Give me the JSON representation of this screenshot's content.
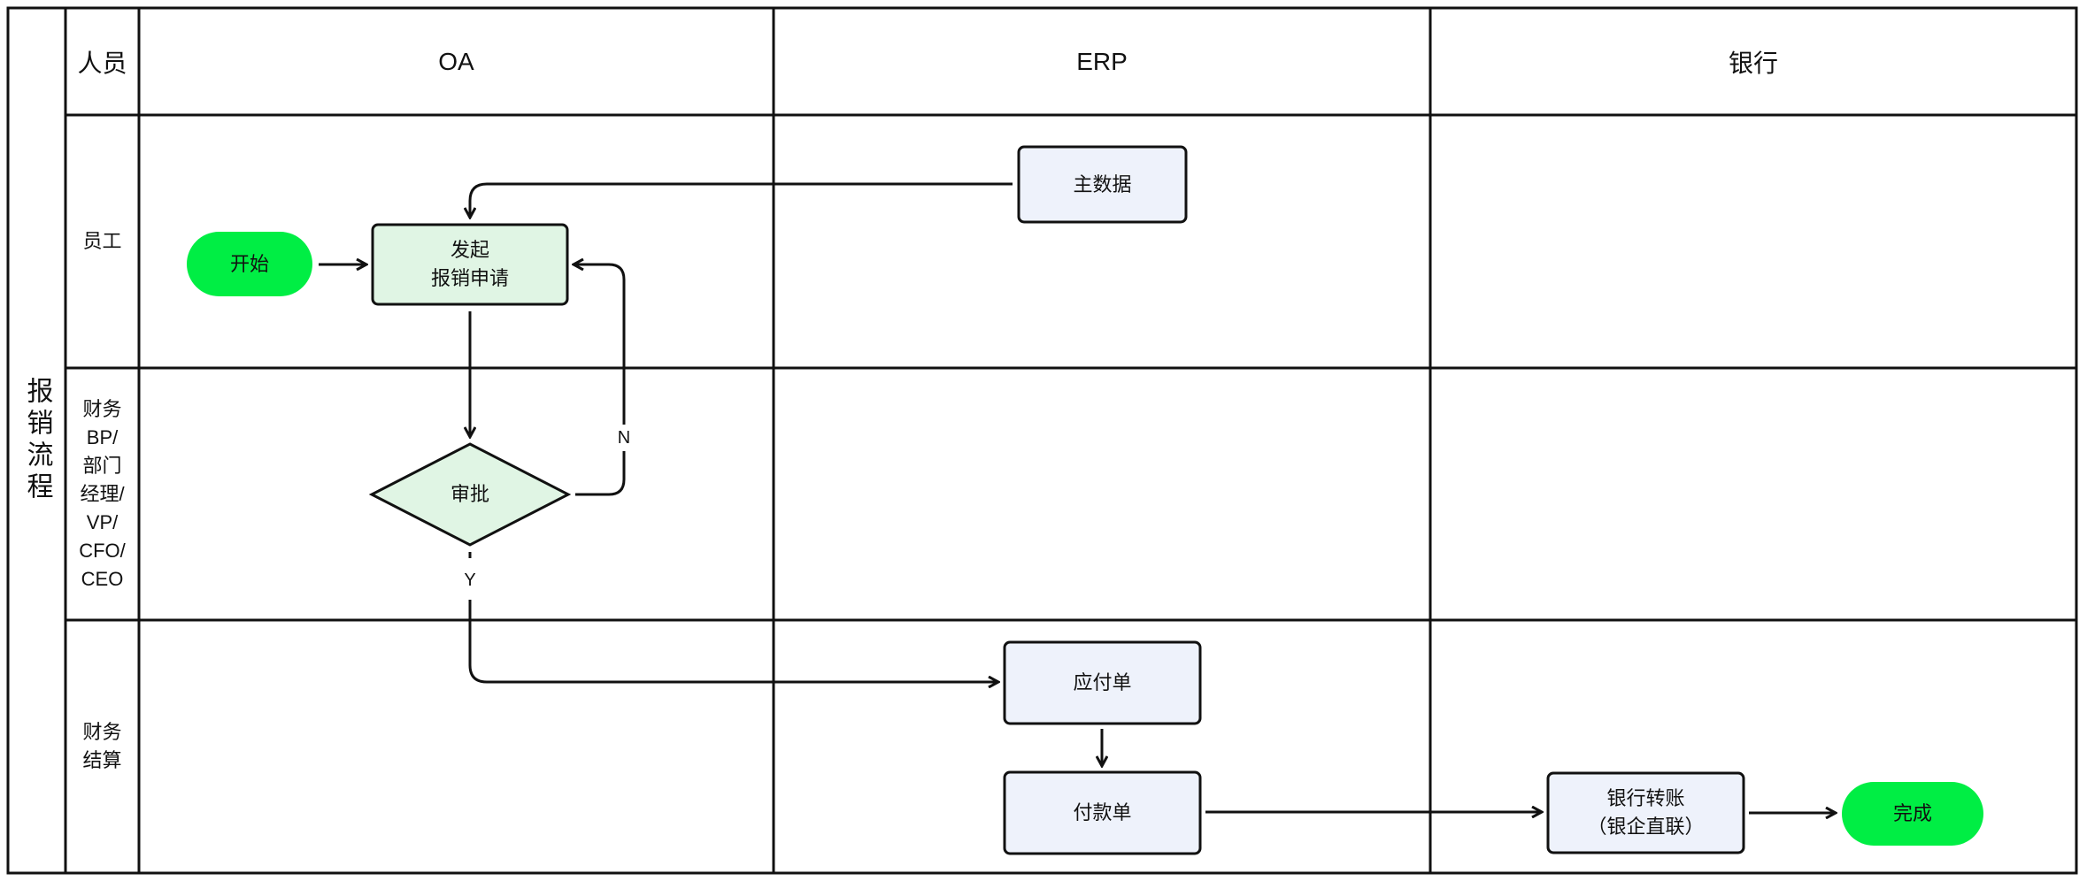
{
  "swimlane": {
    "title": "报销流程",
    "corner_header": "人员",
    "columns": [
      "OA",
      "ERP",
      "银行"
    ],
    "rows": [
      "员工",
      "财务\nBP/\n部门\n经理/\nVP/\nCFO/\nCEO",
      "财务\n结算"
    ]
  },
  "nodes": {
    "start": "开始",
    "submit": "发起\n报销申请",
    "approve": "审批",
    "master_data": "主数据",
    "payable": "应付单",
    "payment": "付款单",
    "bank_transfer": "银行转账\n（银企直联）",
    "finish": "完成"
  },
  "edge_labels": {
    "no": "N",
    "yes": "Y"
  },
  "colors": {
    "terminal_fill": "#00ee44",
    "oa_node_fill": "#e0f5e4",
    "erp_node_fill": "#eef2fb",
    "line": "#111111"
  }
}
